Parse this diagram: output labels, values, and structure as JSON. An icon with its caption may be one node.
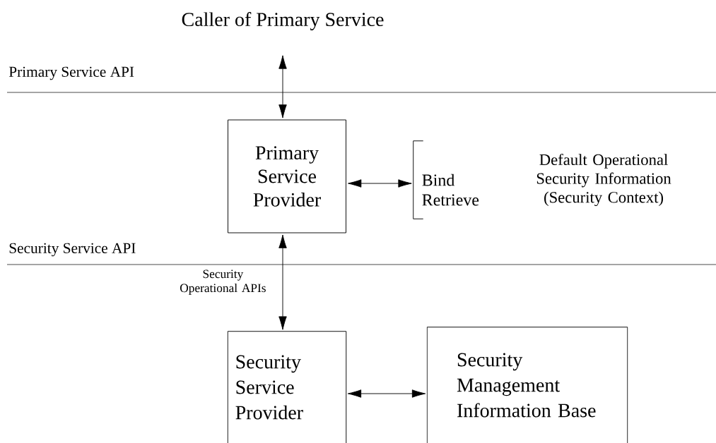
{
  "diagram": {
    "nodes": [
      {
        "text": [
          "Caller of Primary Service"
        ]
      },
      {
        "text": [
          "Primary Service Provider"
        ]
      },
      {
        "text": [
          "Bind Retrieve"
        ],
        "beside": [
          "Default Operational Security Information (Security Context)"
        ]
      },
      {
        "text": [
          "Security Service Provider"
        ]
      },
      {
        "text": [
          "Security Management Information Base"
        ]
      }
    ],
    "edges": [
      {
        "from": 0,
        "to": 1,
        "arrow": "both"
      },
      {
        "from": 1,
        "to": 2,
        "arrow": "both"
      },
      {
        "from": 1,
        "to": 3,
        "arrow": "both",
        "label": "Security Operational APIs"
      },
      {
        "from": 3,
        "to": 4,
        "arrow": "both"
      }
    ],
    "labels": [
      "Primary Service API",
      "Security Service API"
    ]
  }
}
